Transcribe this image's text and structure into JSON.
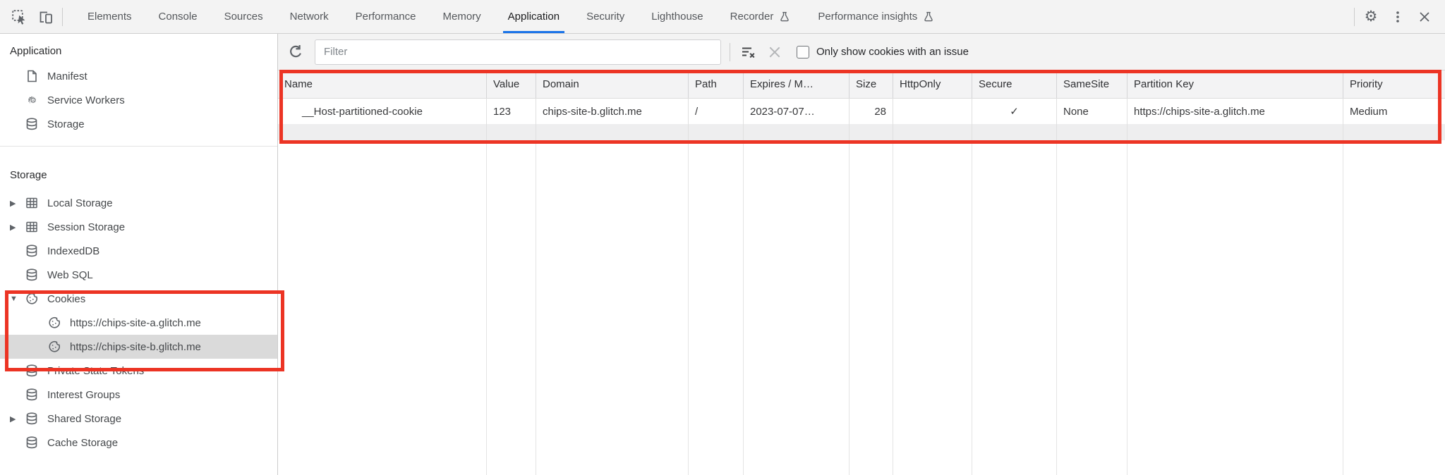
{
  "tab_bar": {
    "active_tab": "Application",
    "tabs": [
      {
        "label": "Elements"
      },
      {
        "label": "Console"
      },
      {
        "label": "Sources"
      },
      {
        "label": "Network"
      },
      {
        "label": "Performance"
      },
      {
        "label": "Memory"
      },
      {
        "label": "Application"
      },
      {
        "label": "Security"
      },
      {
        "label": "Lighthouse"
      },
      {
        "label": "Recorder",
        "badge": "experimental-flask"
      },
      {
        "label": "Performance insights",
        "badge": "experimental-flask"
      }
    ],
    "left_icons": [
      "inspect-element",
      "toggle-device-toolbar"
    ],
    "right_icons": [
      "settings-gear",
      "more-options",
      "close"
    ]
  },
  "sidebar": {
    "sections": [
      {
        "header": "Application",
        "items": [
          {
            "label": "Manifest",
            "icon": "document"
          },
          {
            "label": "Service Workers",
            "icon": "service-workers"
          },
          {
            "label": "Storage",
            "icon": "database"
          }
        ]
      },
      {
        "header": "Storage",
        "items": [
          {
            "label": "Local Storage",
            "icon": "table",
            "expander": "collapsed"
          },
          {
            "label": "Session Storage",
            "icon": "table",
            "expander": "collapsed"
          },
          {
            "label": "IndexedDB",
            "icon": "database"
          },
          {
            "label": "Web SQL",
            "icon": "database"
          },
          {
            "label": "Cookies",
            "icon": "cookie",
            "expander": "expanded"
          },
          {
            "label": "https://chips-site-a.glitch.me",
            "icon": "cookie",
            "child": true
          },
          {
            "label": "https://chips-site-b.glitch.me",
            "icon": "cookie",
            "child": true,
            "selected": true
          },
          {
            "label": "Private State Tokens",
            "icon": "database"
          },
          {
            "label": "Interest Groups",
            "icon": "database"
          },
          {
            "label": "Shared Storage",
            "icon": "database",
            "expander": "collapsed"
          },
          {
            "label": "Cache Storage",
            "icon": "database"
          }
        ]
      }
    ]
  },
  "cookie_toolbar": {
    "filter_placeholder": "Filter",
    "filter_value": "",
    "checkbox_label": "Only show cookies with an issue",
    "checkbox_checked": false,
    "icons": [
      "refresh",
      "clear-all-filters",
      "delete-selected"
    ]
  },
  "table": {
    "columns": [
      "Name",
      "Value",
      "Domain",
      "Path",
      "Expires / M…",
      "Size",
      "HttpOnly",
      "Secure",
      "SameSite",
      "Partition Key",
      "Priority"
    ],
    "row": {
      "cells": [
        "__Host-partitioned-cookie",
        "123",
        "chips-site-b.glitch.me",
        "/",
        "2023-07-07…",
        "28",
        "",
        "✓",
        "None",
        "https://chips-site-a.glitch.me",
        "Medium"
      ]
    }
  },
  "annotations": {
    "color": "#ec3424",
    "boxes": [
      "cookie-table-row",
      "cookies-sidebar-tree"
    ]
  },
  "colors": {
    "accent_blue": "#1a73e8",
    "toolbar_bg": "#f3f3f3",
    "selected_row_bg": "#dadada",
    "annotation_red": "#ec3424"
  },
  "expander_glyphs": {
    "collapsed": "▶",
    "expanded": "▼"
  }
}
